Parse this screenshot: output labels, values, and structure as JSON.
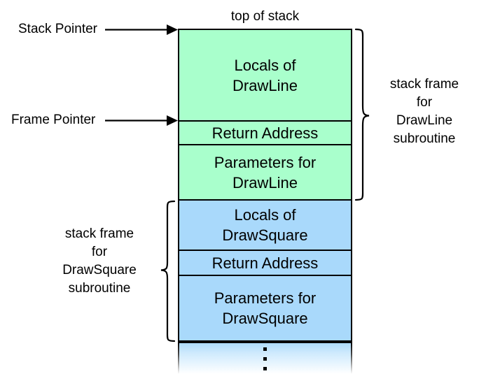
{
  "diagram": {
    "title_label": "top of stack",
    "pointers": [
      {
        "name": "stack-pointer",
        "label": "Stack Pointer"
      },
      {
        "name": "frame-pointer",
        "label": "Frame Pointer"
      }
    ],
    "stack_cells": [
      {
        "id": "locals-drawline",
        "text": "Locals of\nDrawLine",
        "color": "#a9ffcc",
        "frame": "DrawLine"
      },
      {
        "id": "return-address-line",
        "text": "Return Address",
        "color": "#a9ffcc",
        "frame": "DrawLine"
      },
      {
        "id": "parameters-drawline",
        "text": "Parameters for\nDrawLine",
        "color": "#a9ffcc",
        "frame": "DrawLine"
      },
      {
        "id": "locals-drawsquare",
        "text": "Locals of\nDrawSquare",
        "color": "#a9d9fb",
        "frame": "DrawSquare"
      },
      {
        "id": "return-address-sq",
        "text": "Return Address",
        "color": "#a9d9fb",
        "frame": "DrawSquare"
      },
      {
        "id": "parameters-drawsq",
        "text": "Parameters for\nDrawSquare",
        "color": "#a9d9fb",
        "frame": "DrawSquare"
      },
      {
        "id": "more-stack",
        "text": "",
        "color": "#a9d9fb",
        "frame": "continues"
      }
    ],
    "braces": [
      {
        "id": "drawline-frame",
        "label": "stack frame\nfor\nDrawLine\nsubroutine",
        "side": "right"
      },
      {
        "id": "drawsquare-frame",
        "label": "stack frame\nfor\nDrawSquare\nsubroutine",
        "side": "left"
      }
    ],
    "colors": {
      "drawline_frame": "#a9ffcc",
      "drawsquare_frame": "#a9d9fb",
      "outline": "#000000",
      "background": "#ffffff"
    }
  }
}
